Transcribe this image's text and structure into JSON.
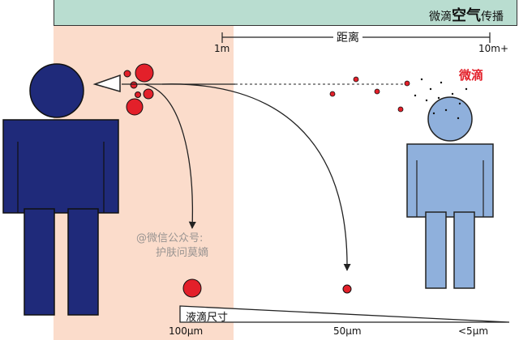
{
  "banner": {
    "prefix": "微滴",
    "highlight": "空气",
    "suffix": "传播"
  },
  "distance_axis": {
    "label": "距离",
    "start": "1m",
    "end": "10m+"
  },
  "droplet_label": "微滴",
  "size_axis": {
    "label": "液滴尺寸",
    "ticks": [
      "100μm",
      "50μm",
      "<5μm"
    ]
  },
  "watermark": {
    "line1": "@微信公众号:",
    "line2": "护肤问莫嫡"
  },
  "colors": {
    "zone": "#fbdccb",
    "banner": "#b9ddd0",
    "source_person": "#1f2a7a",
    "receiver_person": "#8fb0dc",
    "droplet": "#e3202a",
    "line": "#222222"
  }
}
